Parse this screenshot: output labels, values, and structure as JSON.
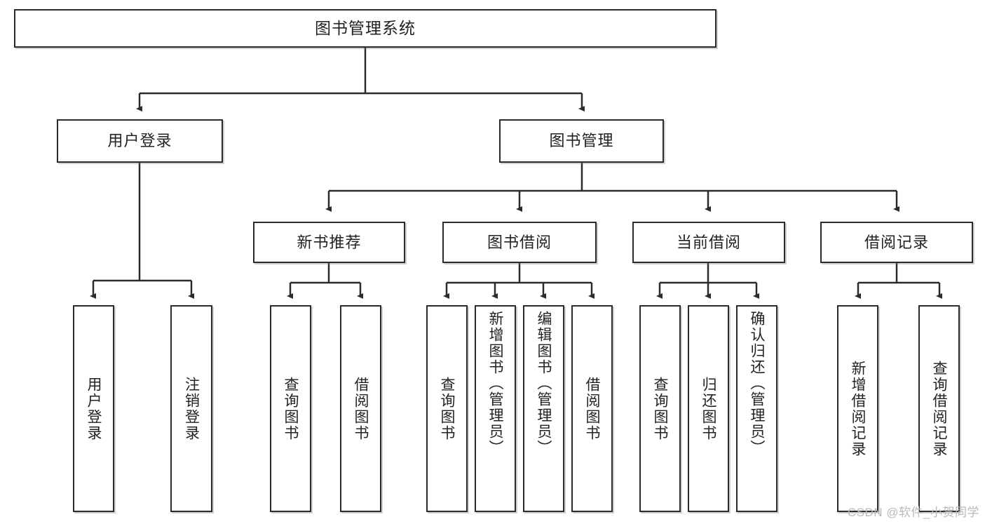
{
  "diagram": {
    "type": "tree-hierarchy",
    "title": "图书管理系统",
    "orientation": "top-down",
    "colors": {
      "box_border": "#2b2b2b",
      "box_fill": "#ffffff",
      "edge": "#2b2b2b",
      "text": "#222222",
      "watermark": "#b9b9b9",
      "background": "#ffffff"
    },
    "nodes": {
      "root": {
        "label": "图书管理系统",
        "level": 1
      },
      "level2": [
        {
          "id": "user-login",
          "label": "用户登录"
        },
        {
          "id": "book-manage",
          "label": "图书管理"
        }
      ],
      "level3": [
        {
          "id": "new-book-recommend",
          "label": "新书推荐"
        },
        {
          "id": "book-borrow",
          "label": "图书借阅"
        },
        {
          "id": "current-borrow",
          "label": "当前借阅"
        },
        {
          "id": "borrow-record",
          "label": "借阅记录"
        }
      ],
      "leaves": [
        {
          "id": "leaf-user-login",
          "label": "用户登录",
          "parent": "user-login"
        },
        {
          "id": "leaf-logout-login",
          "label": "注销登录",
          "parent": "user-login"
        },
        {
          "id": "leaf-query-book-1",
          "label": "查询图书",
          "parent": "new-book-recommend"
        },
        {
          "id": "leaf-borrow-book-1",
          "label": "借阅图书",
          "parent": "new-book-recommend"
        },
        {
          "id": "leaf-query-book-2",
          "label": "查询图书",
          "parent": "book-borrow"
        },
        {
          "id": "leaf-add-book",
          "label": "新增图书（管理员）",
          "parent": "book-borrow"
        },
        {
          "id": "leaf-edit-book",
          "label": "编辑图书（管理员）",
          "parent": "book-borrow"
        },
        {
          "id": "leaf-borrow-book-2",
          "label": "借阅图书",
          "parent": "book-borrow"
        },
        {
          "id": "leaf-query-book-3",
          "label": "查询图书",
          "parent": "current-borrow"
        },
        {
          "id": "leaf-return-book",
          "label": "归还图书",
          "parent": "current-borrow"
        },
        {
          "id": "leaf-confirm-return",
          "label": "确认归还（管理员）",
          "parent": "current-borrow"
        },
        {
          "id": "leaf-add-record",
          "label": "新增借阅记录",
          "parent": "borrow-record"
        },
        {
          "id": "leaf-query-record",
          "label": "查询借阅记录",
          "parent": "borrow-record"
        }
      ]
    }
  },
  "watermark": {
    "text": "CSDN @软件_小贺同学"
  }
}
